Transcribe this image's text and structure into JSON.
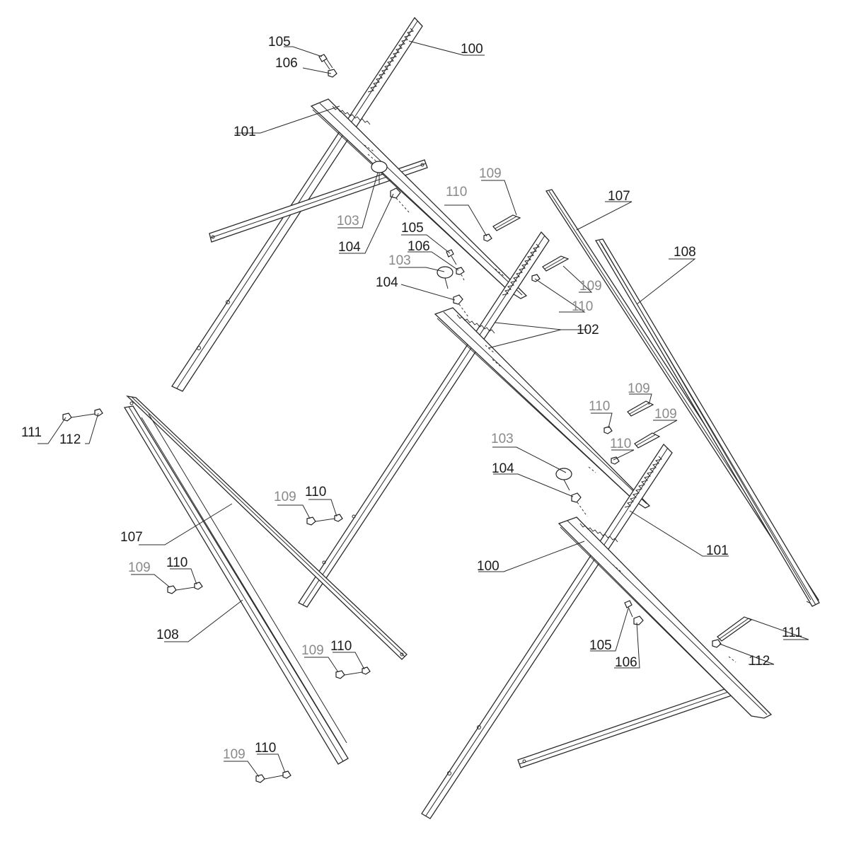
{
  "diagram": {
    "labels": {
      "l100a": "100",
      "l100b": "100",
      "l101a": "101",
      "l101b": "101",
      "l102": "102",
      "l103a": "103",
      "l103b": "103",
      "l103c": "103",
      "l104a": "104",
      "l104b": "104",
      "l104c": "104",
      "l105a": "105",
      "l105b": "105",
      "l105c": "105",
      "l106a": "106",
      "l106b": "106",
      "l106c": "106",
      "l107a": "107",
      "l107b": "107",
      "l108a": "108",
      "l108b": "108",
      "l109a": "109",
      "l109b": "109",
      "l109c": "109",
      "l109d": "109",
      "l109e": "109",
      "l109f": "109",
      "l109g": "109",
      "l109h": "109",
      "l110a": "110",
      "l110b": "110",
      "l110c": "110",
      "l110d": "110",
      "l110e": "110",
      "l110f": "110",
      "l110g": "110",
      "l110h": "110",
      "l111a": "111",
      "l111b": "111",
      "l112a": "112",
      "l112b": "112"
    }
  }
}
